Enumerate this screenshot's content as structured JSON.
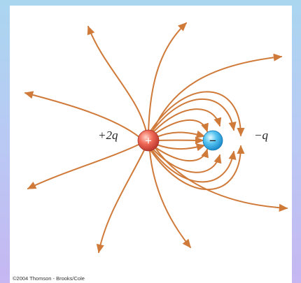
{
  "diagram": {
    "positive_label": "+2q",
    "negative_label": "−q",
    "positive_symbol": "+",
    "negative_symbol": "−",
    "credit": "©2004 Thomson - Brooks/Cole"
  },
  "colors": {
    "field_line": "#d07a3a",
    "positive_charge": "#e8584a",
    "negative_charge": "#3fb7ec",
    "frame_top": "#aad6f0",
    "frame_bottom": "#c6b7f2"
  }
}
